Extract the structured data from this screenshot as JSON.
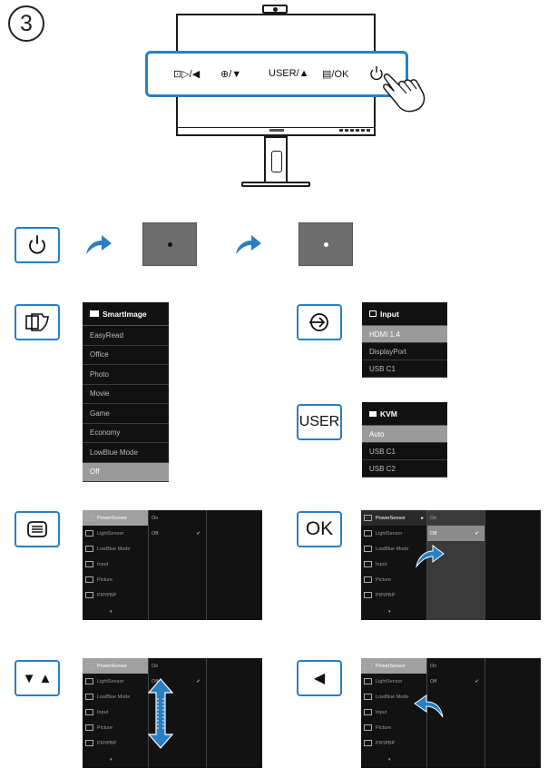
{
  "step_number": "3",
  "control_panel": {
    "labels": [
      "⊡▷/◀",
      "⊕/▼",
      "USER/▲",
      "▤/OK"
    ],
    "power_icon": "power-icon"
  },
  "sequence": {
    "button_icon": "power-icon",
    "led_colors": [
      "#111111",
      "#ffffff"
    ]
  },
  "smartimage_menu": {
    "title": "SmartImage",
    "items": [
      "EasyRead",
      "Office",
      "Photo",
      "Movie",
      "Game",
      "Economy",
      "LowBlue Mode",
      "Off"
    ],
    "selected": "Off"
  },
  "input_menu": {
    "title": "Input",
    "items": [
      "HDMI 1.4",
      "DisplayPort",
      "USB C1"
    ],
    "selected": "HDMI 1.4"
  },
  "kvm_menu": {
    "title": "KVM",
    "items": [
      "Auto",
      "USB C1",
      "USB C2"
    ],
    "selected": "Auto"
  },
  "user_button_label": "USER",
  "ok_button_label": "OK",
  "osd": {
    "items": [
      "PowerSensor",
      "LightSensor",
      "LowBlue Mode",
      "Input",
      "Picture",
      "PIP/PBP"
    ],
    "sub_options": [
      "On",
      "Off"
    ],
    "more": "▾"
  },
  "colors": {
    "accent_blue": "#2a7fc4",
    "menu_bg": "#111111",
    "selected_gray": "#9a9a9a"
  }
}
